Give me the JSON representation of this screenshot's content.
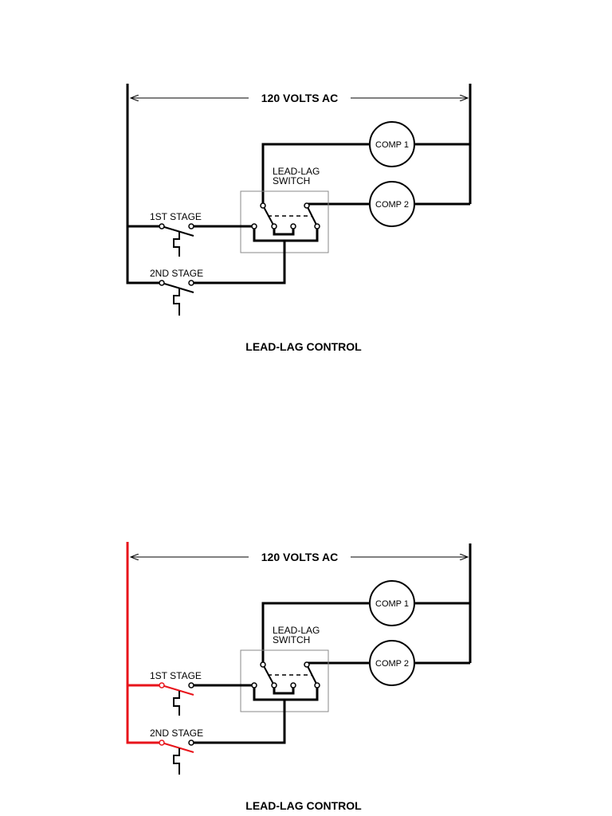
{
  "diagrams": [
    {
      "voltage_label": "120 VOLTS AC",
      "comp1_label": "COMP 1",
      "comp2_label": "COMP 2",
      "switch_label_line1": "LEAD-LAG",
      "switch_label_line2": "SWITCH",
      "stage1_label": "1ST STAGE",
      "stage2_label": "2ND STAGE",
      "caption": "LEAD-LAG CONTROL",
      "energized_color": "#000000"
    },
    {
      "voltage_label": "120 VOLTS AC",
      "comp1_label": "COMP 1",
      "comp2_label": "COMP 2",
      "switch_label_line1": "LEAD-LAG",
      "switch_label_line2": "SWITCH",
      "stage1_label": "1ST STAGE",
      "stage2_label": "2ND STAGE",
      "caption": "LEAD-LAG CONTROL",
      "energized_color": "#e8141b"
    }
  ]
}
